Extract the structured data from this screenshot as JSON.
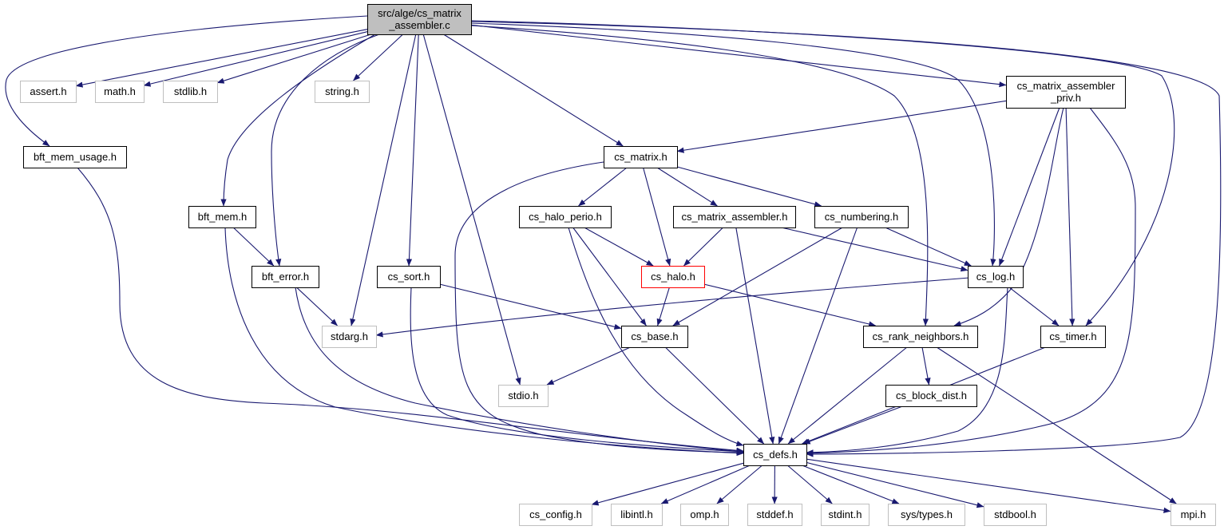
{
  "colors": {
    "edge": "#191970",
    "border_normal": "#000000",
    "border_missing": "#bfbfbf",
    "border_highlight": "#ff0000",
    "root_fill": "#bfbfbf",
    "fill": "#ffffff"
  },
  "nodes": [
    {
      "id": "root",
      "lines": [
        "src/alge/cs_matrix",
        "_assembler.c"
      ],
      "kind": "root"
    },
    {
      "id": "assert",
      "lines": [
        "assert.h"
      ],
      "kind": "missing"
    },
    {
      "id": "math",
      "lines": [
        "math.h"
      ],
      "kind": "missing"
    },
    {
      "id": "stdlib",
      "lines": [
        "stdlib.h"
      ],
      "kind": "missing"
    },
    {
      "id": "string",
      "lines": [
        "string.h"
      ],
      "kind": "missing"
    },
    {
      "id": "priv",
      "lines": [
        "cs_matrix_assembler",
        "_priv.h"
      ],
      "kind": "normal"
    },
    {
      "id": "bftmemusage",
      "lines": [
        "bft_mem_usage.h"
      ],
      "kind": "normal"
    },
    {
      "id": "csmatrix",
      "lines": [
        "cs_matrix.h"
      ],
      "kind": "normal"
    },
    {
      "id": "bftmem",
      "lines": [
        "bft_mem.h"
      ],
      "kind": "normal"
    },
    {
      "id": "haloperio",
      "lines": [
        "cs_halo_perio.h"
      ],
      "kind": "normal"
    },
    {
      "id": "assembler",
      "lines": [
        "cs_matrix_assembler.h"
      ],
      "kind": "normal"
    },
    {
      "id": "numbering",
      "lines": [
        "cs_numbering.h"
      ],
      "kind": "normal"
    },
    {
      "id": "bfterror",
      "lines": [
        "bft_error.h"
      ],
      "kind": "normal"
    },
    {
      "id": "cssort",
      "lines": [
        "cs_sort.h"
      ],
      "kind": "normal"
    },
    {
      "id": "cshalo",
      "lines": [
        "cs_halo.h"
      ],
      "kind": "highlight"
    },
    {
      "id": "cslog",
      "lines": [
        "cs_log.h"
      ],
      "kind": "normal"
    },
    {
      "id": "stdarg",
      "lines": [
        "stdarg.h"
      ],
      "kind": "missing"
    },
    {
      "id": "csbase",
      "lines": [
        "cs_base.h"
      ],
      "kind": "normal"
    },
    {
      "id": "rankneighbors",
      "lines": [
        "cs_rank_neighbors.h"
      ],
      "kind": "normal"
    },
    {
      "id": "cstimer",
      "lines": [
        "cs_timer.h"
      ],
      "kind": "normal"
    },
    {
      "id": "stdio",
      "lines": [
        "stdio.h"
      ],
      "kind": "missing"
    },
    {
      "id": "blockdist",
      "lines": [
        "cs_block_dist.h"
      ],
      "kind": "normal"
    },
    {
      "id": "csdefs",
      "lines": [
        "cs_defs.h"
      ],
      "kind": "normal"
    },
    {
      "id": "csconfig",
      "lines": [
        "cs_config.h"
      ],
      "kind": "missing"
    },
    {
      "id": "libintl",
      "lines": [
        "libintl.h"
      ],
      "kind": "missing"
    },
    {
      "id": "omp",
      "lines": [
        "omp.h"
      ],
      "kind": "missing"
    },
    {
      "id": "stddef",
      "lines": [
        "stddef.h"
      ],
      "kind": "missing"
    },
    {
      "id": "stdint",
      "lines": [
        "stdint.h"
      ],
      "kind": "missing"
    },
    {
      "id": "systypes",
      "lines": [
        "sys/types.h"
      ],
      "kind": "missing"
    },
    {
      "id": "stdbool",
      "lines": [
        "stdbool.h"
      ],
      "kind": "missing"
    },
    {
      "id": "mpi",
      "lines": [
        "mpi.h"
      ],
      "kind": "missing"
    }
  ],
  "edges": [
    [
      "root",
      "assert"
    ],
    [
      "root",
      "math"
    ],
    [
      "root",
      "stdlib"
    ],
    [
      "root",
      "string"
    ],
    [
      "root",
      "bftmemusage"
    ],
    [
      "root",
      "bftmem"
    ],
    [
      "root",
      "bfterror"
    ],
    [
      "root",
      "stdarg"
    ],
    [
      "root",
      "cssort"
    ],
    [
      "root",
      "stdio"
    ],
    [
      "root",
      "csmatrix"
    ],
    [
      "root",
      "rankneighbors"
    ],
    [
      "root",
      "priv"
    ],
    [
      "root",
      "cslog"
    ],
    [
      "root",
      "cstimer"
    ],
    [
      "root",
      "csdefs"
    ],
    [
      "priv",
      "csmatrix"
    ],
    [
      "priv",
      "cslog"
    ],
    [
      "priv",
      "rankneighbors"
    ],
    [
      "priv",
      "cstimer"
    ],
    [
      "priv",
      "csdefs"
    ],
    [
      "bftmemusage",
      "csdefs"
    ],
    [
      "csmatrix",
      "haloperio"
    ],
    [
      "csmatrix",
      "cshalo"
    ],
    [
      "csmatrix",
      "assembler"
    ],
    [
      "csmatrix",
      "numbering"
    ],
    [
      "csmatrix",
      "csdefs"
    ],
    [
      "bftmem",
      "bfterror"
    ],
    [
      "bftmem",
      "csdefs"
    ],
    [
      "haloperio",
      "cshalo"
    ],
    [
      "haloperio",
      "csbase"
    ],
    [
      "haloperio",
      "csdefs"
    ],
    [
      "assembler",
      "cshalo"
    ],
    [
      "assembler",
      "cslog"
    ],
    [
      "assembler",
      "csdefs"
    ],
    [
      "numbering",
      "csbase"
    ],
    [
      "numbering",
      "cslog"
    ],
    [
      "numbering",
      "csdefs"
    ],
    [
      "bfterror",
      "stdarg"
    ],
    [
      "bfterror",
      "csdefs"
    ],
    [
      "cssort",
      "csbase"
    ],
    [
      "cssort",
      "csdefs"
    ],
    [
      "cshalo",
      "csbase"
    ],
    [
      "cshalo",
      "rankneighbors"
    ],
    [
      "cslog",
      "stdarg"
    ],
    [
      "cslog",
      "cstimer"
    ],
    [
      "cslog",
      "csdefs"
    ],
    [
      "csbase",
      "stdio"
    ],
    [
      "csbase",
      "csdefs"
    ],
    [
      "rankneighbors",
      "blockdist"
    ],
    [
      "rankneighbors",
      "csdefs"
    ],
    [
      "rankneighbors",
      "mpi"
    ],
    [
      "cstimer",
      "csdefs"
    ],
    [
      "blockdist",
      "csdefs"
    ],
    [
      "csdefs",
      "csconfig"
    ],
    [
      "csdefs",
      "libintl"
    ],
    [
      "csdefs",
      "omp"
    ],
    [
      "csdefs",
      "stddef"
    ],
    [
      "csdefs",
      "stdint"
    ],
    [
      "csdefs",
      "systypes"
    ],
    [
      "csdefs",
      "stdbool"
    ],
    [
      "csdefs",
      "mpi"
    ]
  ]
}
